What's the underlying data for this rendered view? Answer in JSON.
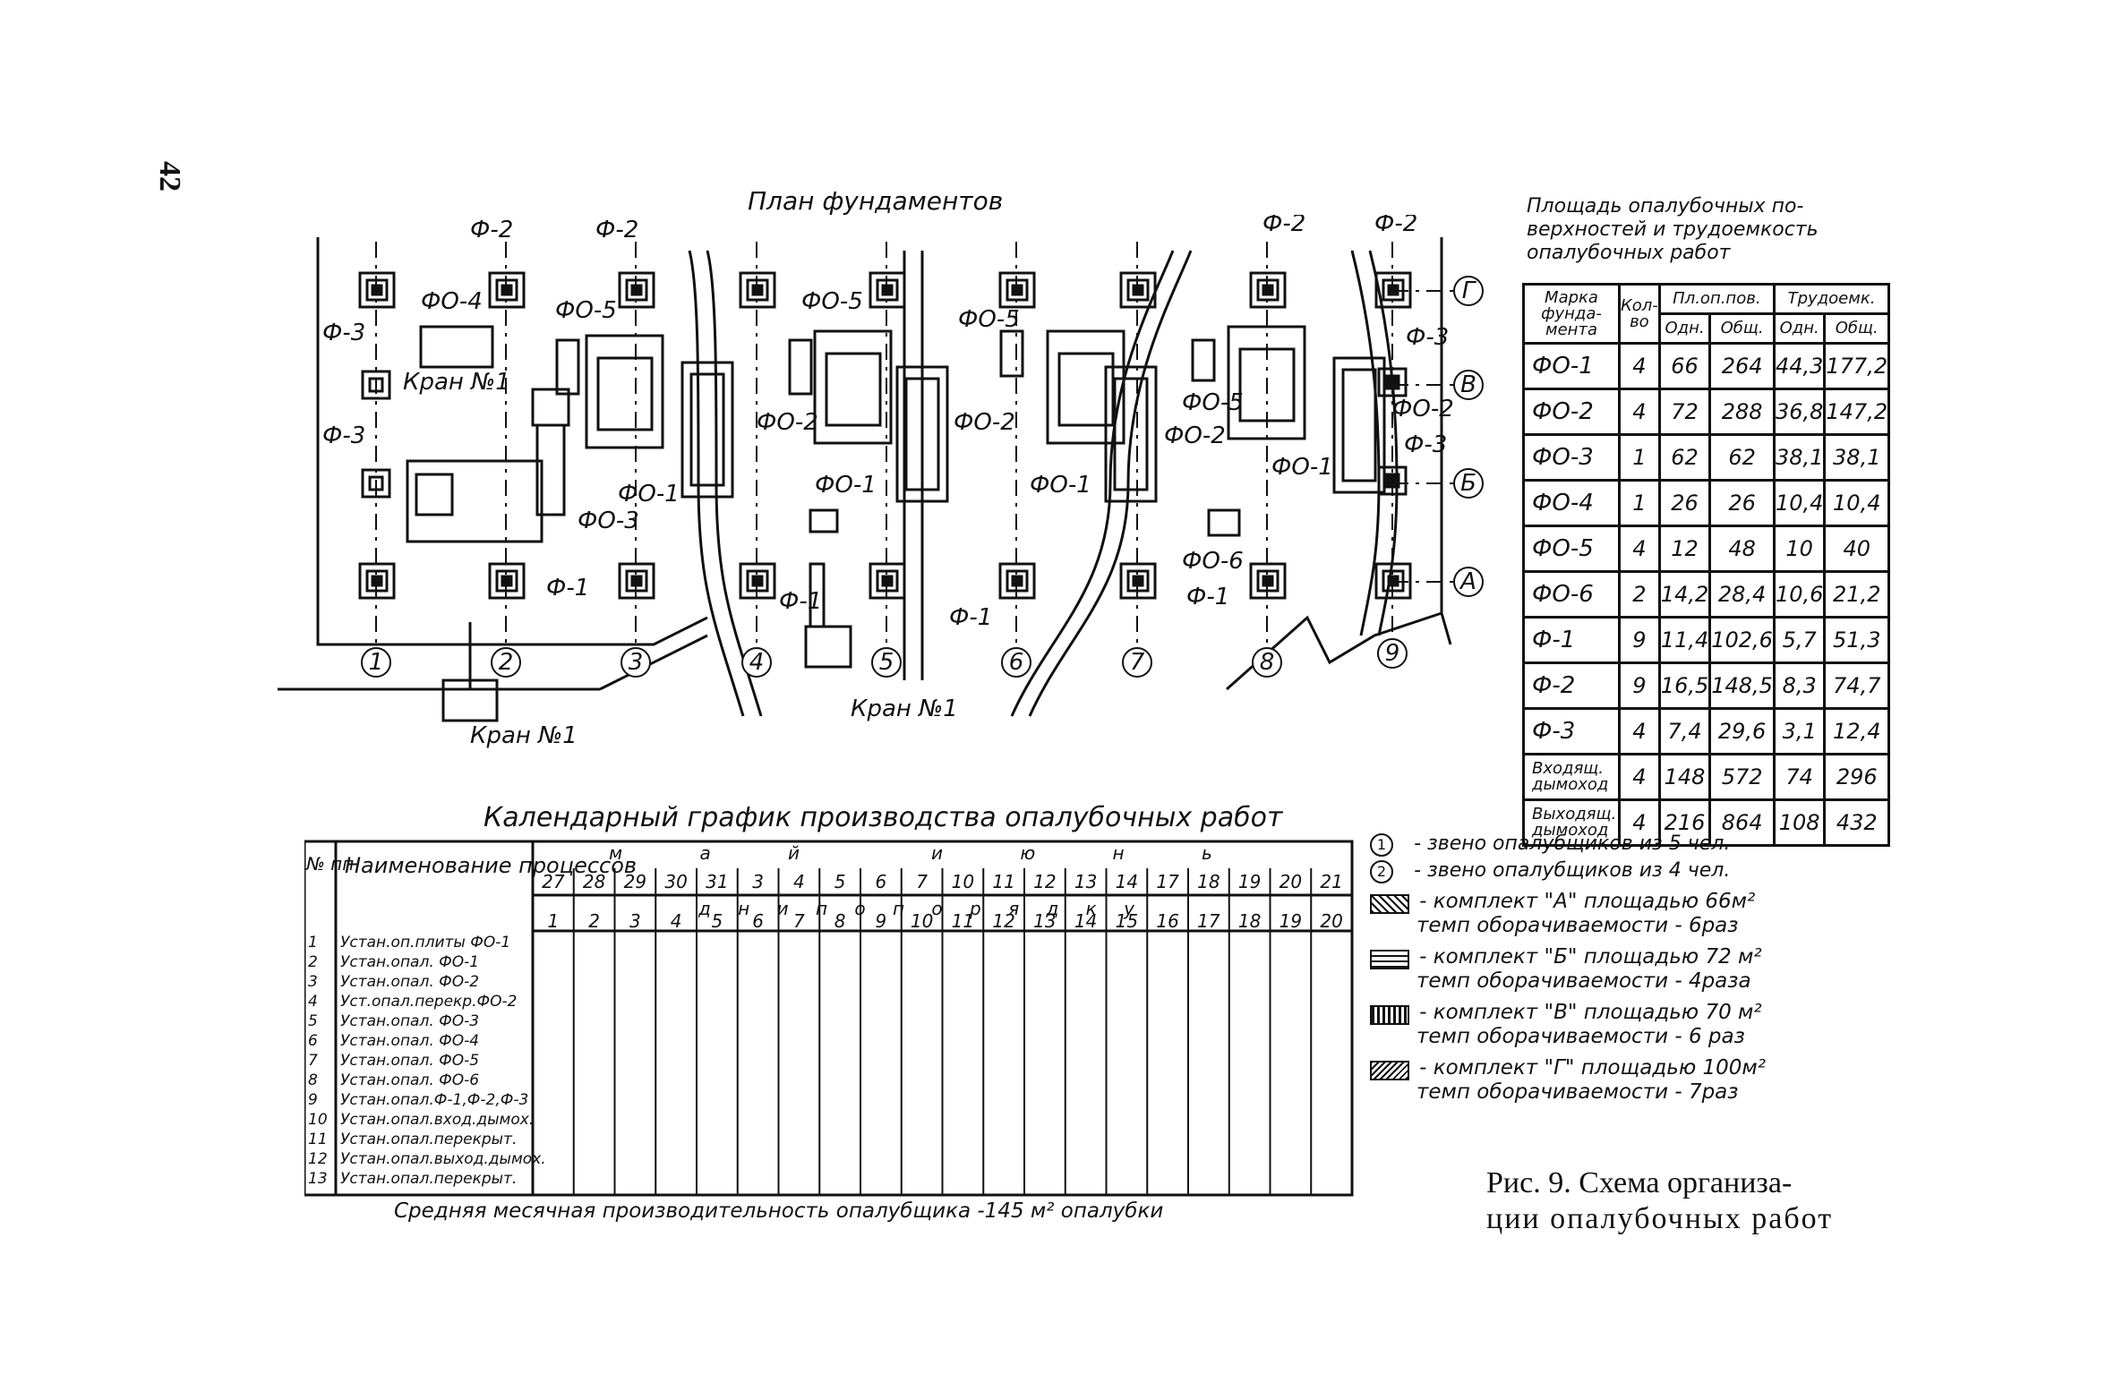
{
  "page_number": "42",
  "plan": {
    "title": "План фундаментов",
    "labels": {
      "f2": "Ф-2",
      "f3": "Ф-3",
      "f1": "Ф-1",
      "fo1": "ФО-1",
      "fo2": "ФО-2",
      "fo3": "ФО-3",
      "fo4": "ФО-4",
      "fo5": "ФО-5",
      "fo6": "ФО-6",
      "crane": "Кран №1"
    },
    "axes_numbers": [
      "1",
      "2",
      "3",
      "4",
      "5",
      "6",
      "7",
      "8",
      "9"
    ],
    "axes_letters": [
      "Г",
      "В",
      "Б",
      "А"
    ]
  },
  "area_table": {
    "title_line1": "Площадь опалубочных по-",
    "title_line2": "верхностей и трудоемкость",
    "title_line3": "опалубочных работ",
    "headers": {
      "mark": "Марка фунда-мента",
      "qty": "Кол-во",
      "area": "Пл.оп.пов.",
      "labor": "Трудоемк.",
      "one": "Одн.",
      "total": "Общ.",
      "one2": "Одн.",
      "total2": "Общ."
    },
    "rows": [
      {
        "mark": "ФО-1",
        "qty": "4",
        "a1": "66",
        "a2": "264",
        "l1": "44,3",
        "l2": "177,2"
      },
      {
        "mark": "ФО-2",
        "qty": "4",
        "a1": "72",
        "a2": "288",
        "l1": "36,8",
        "l2": "147,2"
      },
      {
        "mark": "ФО-3",
        "qty": "1",
        "a1": "62",
        "a2": "62",
        "l1": "38,1",
        "l2": "38,1"
      },
      {
        "mark": "ФО-4",
        "qty": "1",
        "a1": "26",
        "a2": "26",
        "l1": "10,4",
        "l2": "10,4"
      },
      {
        "mark": "ФО-5",
        "qty": "4",
        "a1": "12",
        "a2": "48",
        "l1": "10",
        "l2": "40"
      },
      {
        "mark": "ФО-6",
        "qty": "2",
        "a1": "14,2",
        "a2": "28,4",
        "l1": "10,6",
        "l2": "21,2"
      },
      {
        "mark": "Ф-1",
        "qty": "9",
        "a1": "11,4",
        "a2": "102,6",
        "l1": "5,7",
        "l2": "51,3"
      },
      {
        "mark": "Ф-2",
        "qty": "9",
        "a1": "16,5",
        "a2": "148,5",
        "l1": "8,3",
        "l2": "74,7"
      },
      {
        "mark": "Ф-3",
        "qty": "4",
        "a1": "7,4",
        "a2": "29,6",
        "l1": "3,1",
        "l2": "12,4"
      },
      {
        "mark": "Входящ. дымоход",
        "qty": "4",
        "a1": "148",
        "a2": "572",
        "l1": "74",
        "l2": "296"
      },
      {
        "mark": "Выходящ. дымоход",
        "qty": "4",
        "a1": "216",
        "a2": "864",
        "l1": "108",
        "l2": "432"
      }
    ]
  },
  "schedule": {
    "title": "Календарный график производства опалубочных работ",
    "col_no": "№ пп",
    "col_name": "Наименование процессов",
    "months": [
      "м а й",
      "и ю н ь"
    ],
    "calendar_days": [
      "27",
      "28",
      "29",
      "30",
      "31",
      "3",
      "4",
      "5",
      "6",
      "7",
      "10",
      "11",
      "12",
      "13",
      "14",
      "17",
      "18",
      "19",
      "20",
      "21"
    ],
    "order_label": "д н и   п о   п о р я д к у",
    "order_days": [
      "1",
      "2",
      "3",
      "4",
      "5",
      "6",
      "7",
      "8",
      "9",
      "10",
      "11",
      "12",
      "13",
      "14",
      "15",
      "16",
      "17",
      "18",
      "19",
      "20"
    ],
    "processes": [
      {
        "no": "1",
        "name": "Устан.оп.плиты ФО-1"
      },
      {
        "no": "2",
        "name": "Устан.опал. ФО-1"
      },
      {
        "no": "3",
        "name": "Устан.опал. ФО-2"
      },
      {
        "no": "4",
        "name": "Уст.опал.перекр.ФО-2"
      },
      {
        "no": "5",
        "name": "Устан.опал. ФО-3"
      },
      {
        "no": "6",
        "name": "Устан.опал. ФО-4"
      },
      {
        "no": "7",
        "name": "Устан.опал. ФО-5"
      },
      {
        "no": "8",
        "name": "Устан.опал. ФО-6"
      },
      {
        "no": "9",
        "name": "Устан.опал.Ф-1,Ф-2,Ф-3"
      },
      {
        "no": "10",
        "name": "Устан.опал.вход.дымох."
      },
      {
        "no": "11",
        "name": "Устан.опал.перекрыт."
      },
      {
        "no": "12",
        "name": "Устан.опал.выход.дымох."
      },
      {
        "no": "13",
        "name": "Устан.опал.перекрыт."
      }
    ],
    "footer": "Средняя месячная производительность опалубщика -145 м² опалубки"
  },
  "legend": {
    "items": [
      {
        "symbol": "1",
        "text": "- звено опалубщиков из 5 чел."
      },
      {
        "symbol": "2",
        "text": "- звено опалубщиков из 4 чел."
      },
      {
        "line1": "- комплект \"А\" площадью 66м²",
        "line2": "темп оборачиваемости - 6раз"
      },
      {
        "line1": "- комплект \"Б\" площадью 72 м²",
        "line2": "темп оборачиваемости - 4раза"
      },
      {
        "line1": "- комплект \"В\" площадью 70 м²",
        "line2": "темп оборачиваемости - 6 раз"
      },
      {
        "line1": "- комплект \"Г\" площадью 100м²",
        "line2": "темп оборачиваемости - 7раз"
      }
    ]
  },
  "caption": {
    "line1": "Рис. 9. Схема организа-",
    "line2": "ции опалубочных работ"
  }
}
